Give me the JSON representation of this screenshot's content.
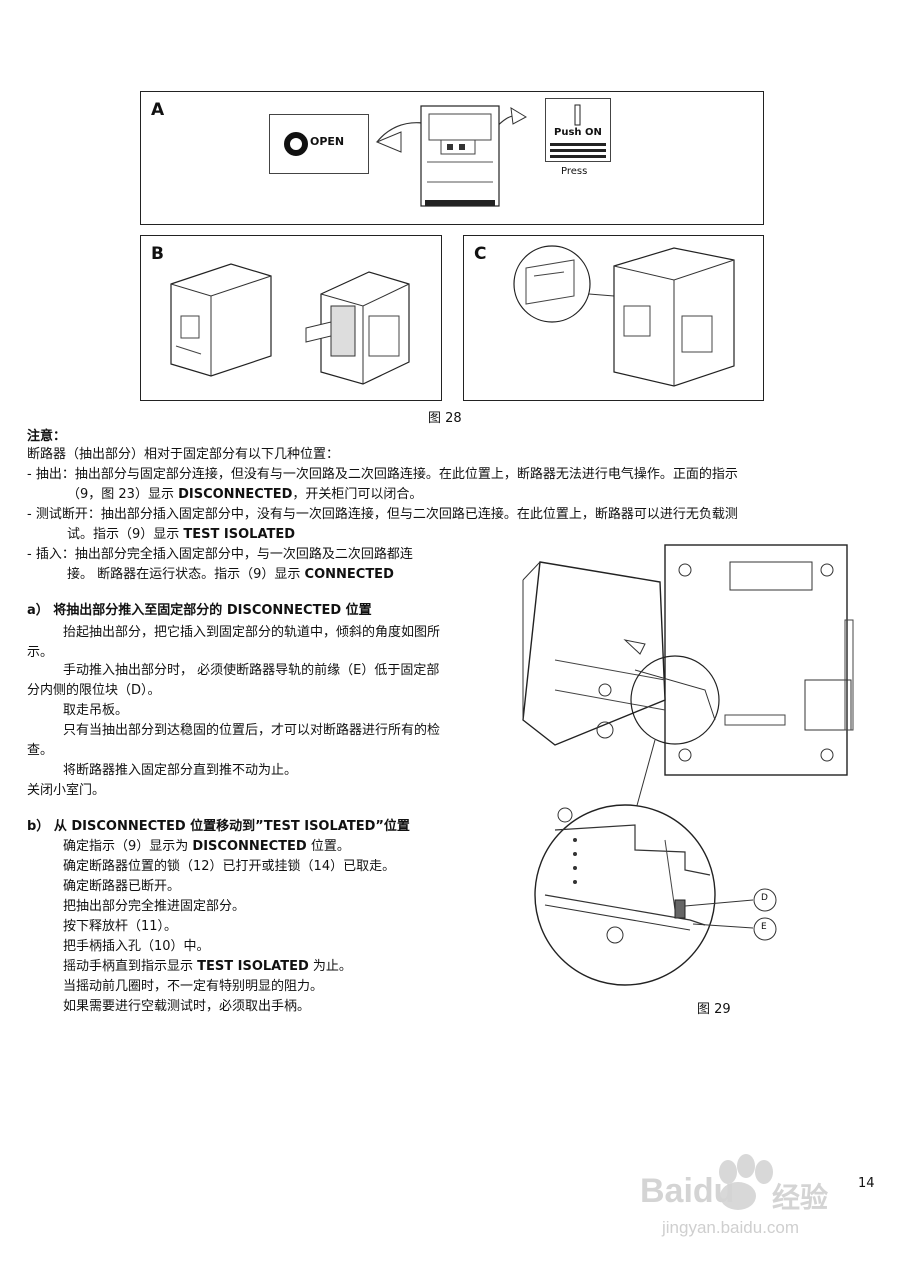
{
  "figure28": {
    "panel_a": {
      "letter": "A",
      "open_label": "OPEN",
      "push_on_label": "Push ON",
      "press_label": "Press"
    },
    "panel_b": {
      "letter": "B"
    },
    "panel_c": {
      "letter": "C"
    },
    "caption": "图 28"
  },
  "notes": {
    "title": "注意：",
    "intro": "断路器（抽出部分）相对于固定部分有以下几种位置：",
    "items": [
      {
        "line1": "-   抽出：抽出部分与固定部分连接，但没有与一次回路及二次回路连接。在此位置上，断路器无法进行电气操作。正面的指示",
        "line2_pre": "（9，图 23）显示 ",
        "line2_bold": "DISCONNECTED",
        "line2_post": "，开关柜门可以闭合。"
      },
      {
        "line1": "-   测试断开：抽出部分插入固定部分中，没有与一次回路连接，但与二次回路已连接。在此位置上，断路器可以进行无负载测",
        "line2_pre": "试。指示（9）显示 ",
        "line2_bold": "TEST ISOLATED",
        "line2_post": ""
      },
      {
        "line1": "-   插入：抽出部分完全插入固定部分中，与一次回路及二次回路都连",
        "line2_pre": "接。 断路器在运行状态。指示（9）显示 ",
        "line2_bold": "CONNECTED",
        "line2_post": ""
      }
    ]
  },
  "section_a": {
    "heading": "a）  将抽出部分推入至固定部分的 DISCONNECTED 位置",
    "lines": [
      "抬起抽出部分，把它插入到固定部分的轨道中，倾斜的角度如图所",
      "示。",
      "手动推入抽出部分时， 必须使断路器导轨的前缘（E）低于固定部",
      "分内侧的限位块（D）。",
      "取走吊板。",
      "只有当抽出部分到达稳固的位置后，才可以对断路器进行所有的检",
      "查。",
      "将断路器推入固定部分直到推不动为止。",
      "关闭小室门。"
    ]
  },
  "section_b": {
    "heading": "b）  从 DISCONNECTED 位置移动到”TEST ISOLATED”位置",
    "line1_pre": "确定指示（9）显示为 ",
    "line1_bold": "DISCONNECTED",
    "line1_post": " 位置。",
    "lines": [
      "确定断路器位置的锁（12）已打开或挂锁（14）已取走。",
      "确定断路器已断开。",
      "把抽出部分完全推进固定部分。",
      "按下释放杆（11）。",
      "把手柄插入孔（10）中。"
    ],
    "line7_pre": "摇动手柄直到指示显示 ",
    "line7_bold": "TEST ISOLATED",
    "line7_post": " 为止。",
    "line8": "当摇动前几圈时，不一定有特别明显的阻力。",
    "line9": "如果需要进行空载测试时，必须取出手柄。"
  },
  "figure29": {
    "caption": "图 29",
    "label_d": "D",
    "label_e": "E"
  },
  "page_number": "14",
  "watermark": {
    "brand": "Baidu",
    "brand_cn": "经验",
    "url": "jingyan.baidu.com"
  }
}
